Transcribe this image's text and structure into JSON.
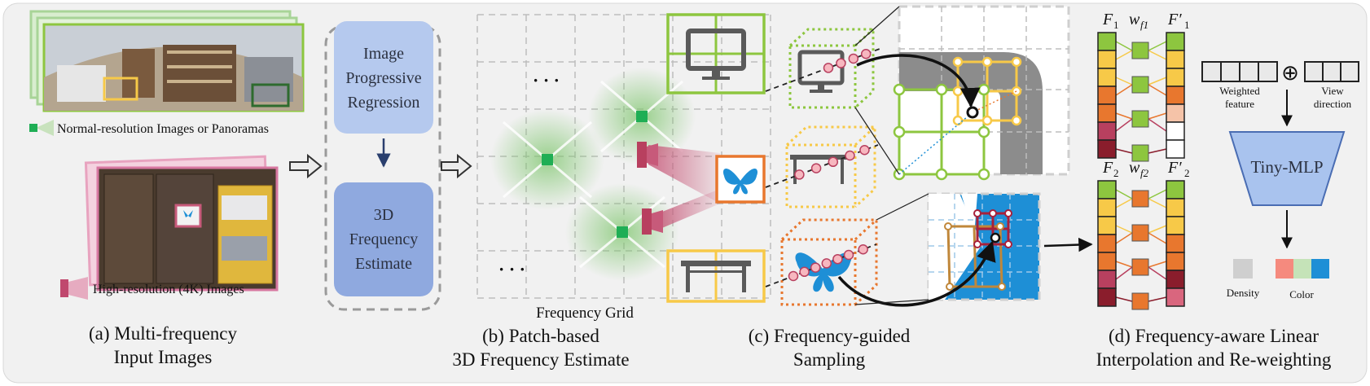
{
  "panel_a": {
    "legend_normal": "Normal-resolution Images or Panoramas",
    "legend_high": "High-resolution (4K)  Images",
    "caption_line1": "(a)  Multi-frequency",
    "caption_line2": "Input Images"
  },
  "panel_b": {
    "box_top": [
      "Image",
      "Progressive",
      "Regression"
    ],
    "box_bottom": [
      "3D",
      "Frequency",
      "Estimate"
    ],
    "grid_label": "Frequency Grid",
    "ellipsis": "· · ·",
    "caption_line1": "(b) Patch-based",
    "caption_line2": "3D Frequency Estimate"
  },
  "panel_c": {
    "caption_line1": "(c)  Frequency-guided",
    "caption_line2": "Sampling"
  },
  "panel_d": {
    "f1": "F",
    "f1_sub": "1",
    "f1p": "F′",
    "f1p_sub": "1",
    "w1": "w",
    "w1_sub": "f1",
    "f2": "F",
    "f2_sub": "2",
    "f2p": "F′",
    "f2p_sub": "2",
    "w2": "w",
    "w2_sub": "f2",
    "weighted_feature": [
      "Weighted",
      "feature"
    ],
    "view_direction": [
      "View",
      "direction"
    ],
    "oplus": "⊕",
    "mlp": "Tiny-MLP",
    "density": "Density",
    "color": "Color",
    "caption_line1": "(d)  Frequency-aware Linear",
    "caption_line2": "Interpolation and Re-weighting"
  },
  "colors": {
    "green": "#8dc63f",
    "yellow": "#f7c948",
    "orange": "#e8772e",
    "pink": "#c75a7a",
    "blue": "#1e8fd6",
    "box_blue": "#9db6e6",
    "mlp_blue": "#a9c3ee"
  }
}
